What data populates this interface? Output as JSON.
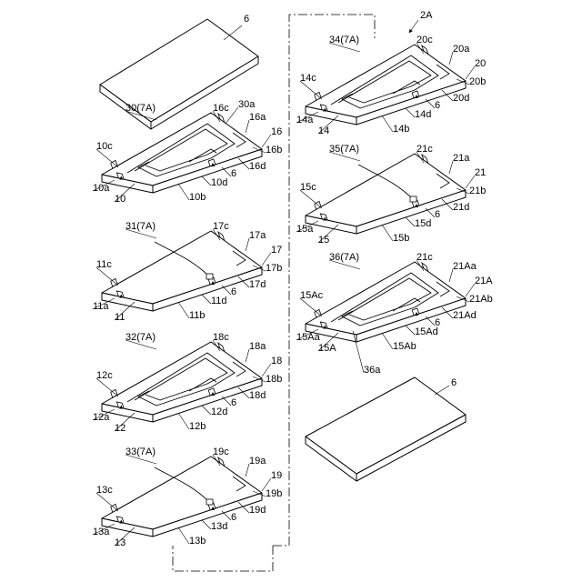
{
  "figure_ref": "2A",
  "labels": {
    "top_cover": "6",
    "bottom_cover": "6",
    "l0": {
      "coil": "30(7A)",
      "terminal": "30a",
      "layer": "10",
      "c": "10c",
      "a": "10a",
      "b": "10b",
      "d": "10d",
      "r": "16",
      "rc": "16c",
      "ra": "16a",
      "rb": "16b",
      "rd": "16d",
      "six": "6"
    },
    "l1": {
      "coil": "31(7A)",
      "layer": "11",
      "c": "11c",
      "a": "11a",
      "b": "11b",
      "d": "11d",
      "r": "17",
      "rc": "17c",
      "ra": "17a",
      "rb": "17b",
      "rd": "17d",
      "six": "6"
    },
    "l2": {
      "coil": "32(7A)",
      "layer": "12",
      "c": "12c",
      "a": "12a",
      "b": "12b",
      "d": "12d",
      "r": "18",
      "rc": "18c",
      "ra": "18a",
      "rb": "18b",
      "rd": "18d",
      "six": "6"
    },
    "l3": {
      "coil": "33(7A)",
      "layer": "13",
      "c": "13c",
      "a": "13a",
      "b": "13b",
      "d": "13d",
      "r": "19",
      "rc": "19c",
      "ra": "19a",
      "rb": "19b",
      "rd": "19d",
      "six": "6"
    },
    "r0": {
      "coil": "34(7A)",
      "layer": "14",
      "c": "14c",
      "a": "14a",
      "b": "14b",
      "d": "14d",
      "r": "20",
      "rc": "20c",
      "ra": "20a",
      "rb": "20b",
      "rd": "20d",
      "six": "6"
    },
    "r1": {
      "coil": "35(7A)",
      "layer": "15",
      "c": "15c",
      "a": "15a",
      "b": "15b",
      "d": "15d",
      "r": "21",
      "rc": "21c",
      "ra": "21a",
      "rb": "21b",
      "rd": "21d",
      "six": "6"
    },
    "r2": {
      "coil": "36(7A)",
      "terminal": "36a",
      "layer": "15A",
      "c": "15Ac",
      "a": "15Aa",
      "b": "15Ab",
      "d": "15Ad",
      "r": "21A",
      "rc": "21c",
      "ra": "21Aa",
      "rb": "21Ab",
      "rd": "21Ad",
      "six": "6"
    }
  }
}
